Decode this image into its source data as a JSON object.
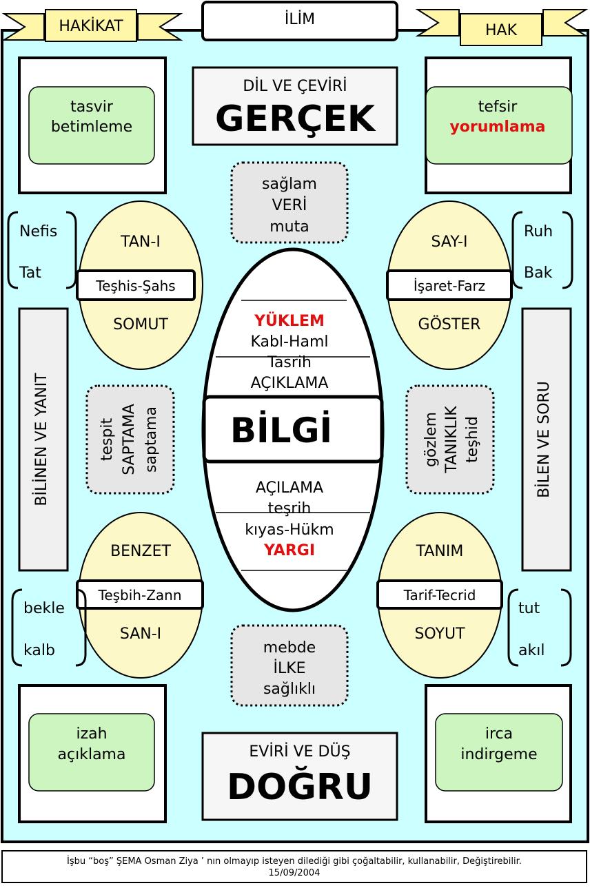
{
  "banners": {
    "left": "HAKİKAT",
    "center": "İLİM",
    "right": "HAK"
  },
  "top_center": {
    "sub": "DİL VE ÇEVİRİ",
    "main": "GERÇEK"
  },
  "bottom_center": {
    "sub": "EVİRİ VE DÜŞ",
    "main": "DOĞRU"
  },
  "corners": {
    "tl": {
      "l1": "tasvir",
      "l2": "betimleme"
    },
    "tr": {
      "l1": "tefsir",
      "l2": "yorumlama"
    },
    "bl": {
      "l1": "izah",
      "l2": "açıklama"
    },
    "br": {
      "l1": "irca",
      "l2": "indirgeme"
    }
  },
  "dotted": {
    "top": {
      "l1": "sağlam",
      "l2": "VERİ",
      "l3": "muta"
    },
    "bottom": {
      "l1": "mebde",
      "l2": "İLKE",
      "l3": "sağlıklı"
    },
    "left": {
      "l1": "tespit",
      "l2": "SAPTAMA",
      "l3": "saptama"
    },
    "right": {
      "l1": "gözlem",
      "l2": "TANIKLIK",
      "l3": "teşhid"
    }
  },
  "ovals": {
    "tl": {
      "top": "TAN-I",
      "band": "Teşhis-Şahs",
      "bottom": "SOMUT"
    },
    "tr": {
      "top": "SAY-I",
      "band": "İşaret-Farz",
      "bottom": "GÖSTER"
    },
    "bl": {
      "top": "BENZET",
      "band": "Teşbih-Zann",
      "bottom": "SAN-I"
    },
    "br": {
      "top": "TANIM",
      "band": "Tarif-Tecrid",
      "bottom": "SOYUT"
    }
  },
  "brackets": {
    "tl": {
      "a": "Nefis",
      "b": "Tat"
    },
    "tr": {
      "a": "Ruh",
      "b": "Bak"
    },
    "bl": {
      "a": "bekle",
      "b": "kalb"
    },
    "br": {
      "a": "tut",
      "b": "akıl"
    }
  },
  "side_bars": {
    "left": "BİLİNEN VE  YANIT",
    "right": "BİLEN VE  SORU"
  },
  "center": {
    "main": "BİLGİ",
    "upper": [
      "YÜKLEM",
      "Kabl-Haml",
      "Tasrih",
      "AÇIKLAMA"
    ],
    "lower": [
      "AÇILAMA",
      "teşrih",
      "kıyas-Hükm",
      "YARGI"
    ]
  },
  "footer": {
    "line1": "İşbu “boş” ŞEMA  Osman Ziya ’ nın olmayıp isteyen dilediği gibi çoğaltabilir, kullanabilir, Değiştirebilir.",
    "line2": "15/09/2004"
  },
  "colors": {
    "panel": "#ccffff",
    "oval": "#fcf8c8",
    "green": "#ccf5c0",
    "banner": "#fff6a8",
    "dotted": "#e6e6e6",
    "sidebar": "#f0f0f0",
    "red": "#e01010"
  }
}
